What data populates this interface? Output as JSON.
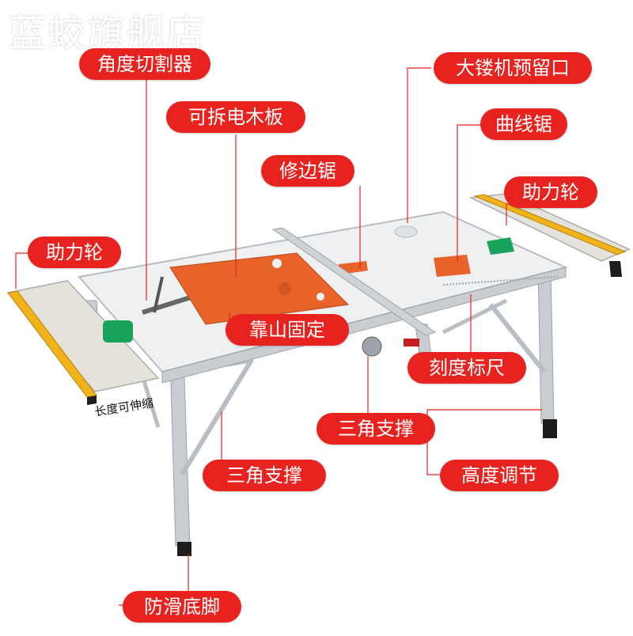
{
  "watermark": "蓝蛟旗舰店",
  "colors": {
    "callout_red": "#e8231f",
    "frame_silver": "#c9cdd2",
    "table_top": "#eef0f2",
    "orange_plate": "#e8632a",
    "yellow_gear": "#f2b21a",
    "leg_black": "#1d1d1d",
    "green_band": "#19a35a"
  },
  "callouts": {
    "angle_cutter": "角度切割器",
    "removable_board": "可拆电木板",
    "trim_saw": "修边锯",
    "big_router_slot": "大镂机预留口",
    "jigsaw": "曲线锯",
    "assist_wheel_right": "助力轮",
    "assist_wheel_left": "助力轮",
    "fence_fixing": "靠山固定",
    "scale_ruler": "刻度标尺",
    "triangle_brace_center": "三角支撑",
    "triangle_brace_left": "三角支撑",
    "height_adjust": "高度调节",
    "nonslip_feet": "防滑底脚"
  },
  "extendable_length_label": "长度可伸缩"
}
